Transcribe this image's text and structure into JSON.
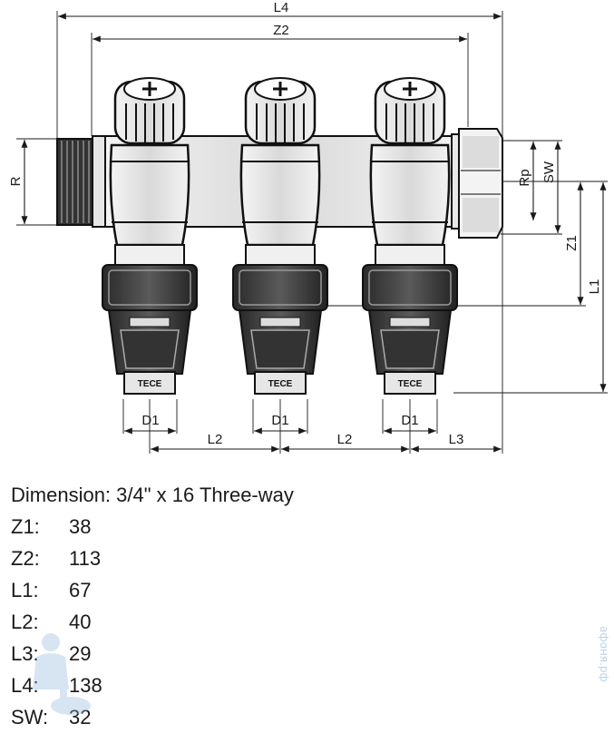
{
  "diagram": {
    "dimension_labels": {
      "L4": "L4",
      "Z2": "Z2",
      "R": "R",
      "Rp": "Rp",
      "SW": "SW",
      "Z1": "Z1",
      "L1": "L1",
      "D1": "D1",
      "L2": "L2",
      "L3": "L3"
    },
    "brand_mark": "TECE"
  },
  "specs": {
    "title": "Dimension: 3/4\" x 16 Three-way",
    "rows": [
      {
        "key": "Z1:",
        "value": "38"
      },
      {
        "key": "Z2:",
        "value": "113"
      },
      {
        "key": "L1:",
        "value": "67"
      },
      {
        "key": "L2:",
        "value": "40"
      },
      {
        "key": "L3:",
        "value": "29"
      },
      {
        "key": "L4:",
        "value": "138"
      },
      {
        "key": "SW:",
        "value": "32"
      }
    ]
  },
  "watermark": "афоня.рф"
}
